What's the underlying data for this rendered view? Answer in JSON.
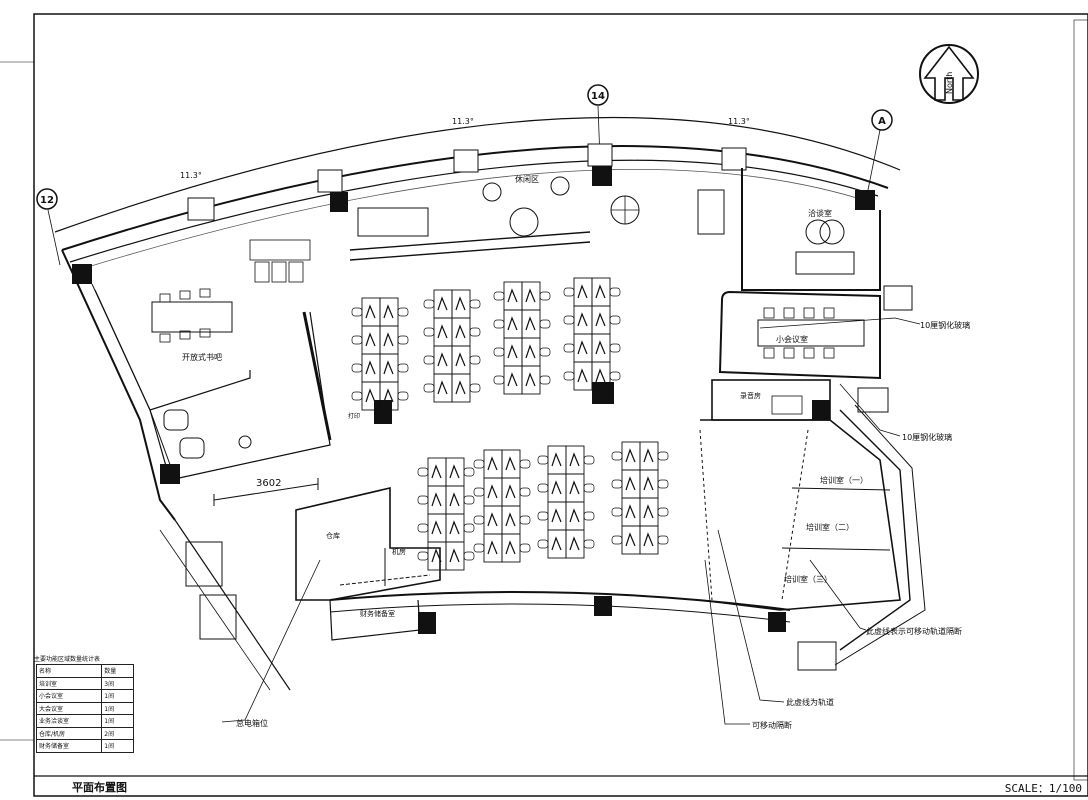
{
  "north": {
    "label": "North"
  },
  "grid_axes": [
    "12",
    "14",
    "A"
  ],
  "dimensions": {
    "top_left": "11.3°",
    "top_mid": "11.3°",
    "top_right": "11.3°",
    "bottom_dim": "3602"
  },
  "rooms": {
    "rest_area": "休闲区",
    "negotiation": "洽谈室",
    "small_meeting": "小会议室",
    "open_library": "开放式书吧",
    "recording": "录音房",
    "training1": "培训室（一）",
    "training2": "培训室（二）",
    "training3": "培训室（三）",
    "storage": "仓库",
    "machine_room": "机房",
    "finance_store": "财务储备室",
    "print": "打印"
  },
  "annotations": {
    "glass1": "10厘钢化玻璃",
    "glass2": "10厘钢化玻璃",
    "dashed_partition": "此虚线表示可移动轨道隔断",
    "track": "此虚线为轨道",
    "movable": "可移动隔断",
    "main_box": "总电箱位"
  },
  "table": {
    "title": "主要功能区域数量统计表",
    "headers": [
      "名称",
      "数量"
    ],
    "rows": [
      [
        "培训室",
        "3间"
      ],
      [
        "小会议室",
        "1间"
      ],
      [
        "大会议室",
        "1间"
      ],
      [
        "业务洽谈室",
        "1间"
      ],
      [
        "仓库/机房",
        "2间"
      ],
      [
        "财务储备室",
        "1间"
      ]
    ]
  },
  "sheet_title": "平面布置图",
  "scale": "SCALE：1/100"
}
